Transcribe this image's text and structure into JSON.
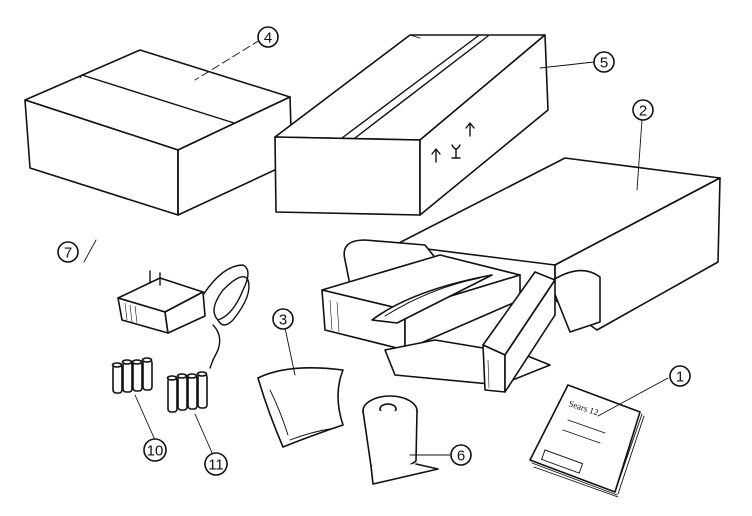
{
  "callouts": {
    "c1": "1",
    "c2": "2",
    "c3": "3",
    "c4": "4",
    "c5": "5",
    "c6": "6",
    "c7": "7",
    "c10": "10",
    "c11": "11"
  },
  "manual": {
    "title": "Sears 12"
  }
}
